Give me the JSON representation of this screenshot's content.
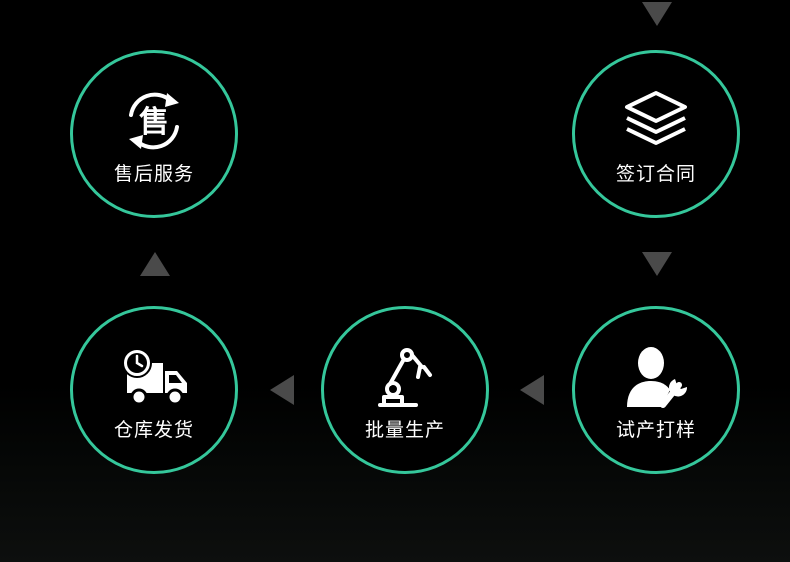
{
  "colors": {
    "ring": "#35c79b",
    "arrow": "#4a4a4a",
    "background": "#000000",
    "text": "#ffffff"
  },
  "steps": [
    {
      "label": "签订合同",
      "icon": "layers-stack-icon"
    },
    {
      "label": "试产打样",
      "icon": "person-wrench-icon"
    },
    {
      "label": "批量生产",
      "icon": "robot-arm-icon"
    },
    {
      "label": "仓库发货",
      "icon": "delivery-truck-clock-icon"
    },
    {
      "label": "售后服务",
      "icon": "after-sales-cycle-icon",
      "icon_text": "售"
    }
  ]
}
